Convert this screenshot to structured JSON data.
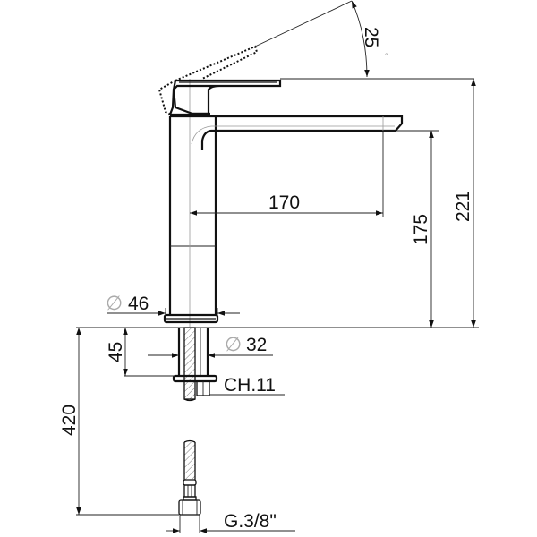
{
  "drawing": {
    "title": "Single-lever basin mixer technical drawing",
    "units": "mm",
    "background": "#ffffff",
    "line_color": "#111111",
    "dimensions": {
      "lever_angle": {
        "value": "25",
        "unit_symbol": "°"
      },
      "spout_reach": {
        "value": "170"
      },
      "spout_height": {
        "value": "175"
      },
      "total_height": {
        "value": "221"
      },
      "base_diameter": {
        "symbol": "∅",
        "value": "46"
      },
      "shank_diameter": {
        "symbol": "∅",
        "value": "32"
      },
      "max_deck_thickness": {
        "value": "45"
      },
      "hose_length": {
        "value": "420"
      },
      "nut_size": {
        "value": "CH.11"
      },
      "connection_thread": {
        "value": "G.3/8\""
      }
    }
  }
}
